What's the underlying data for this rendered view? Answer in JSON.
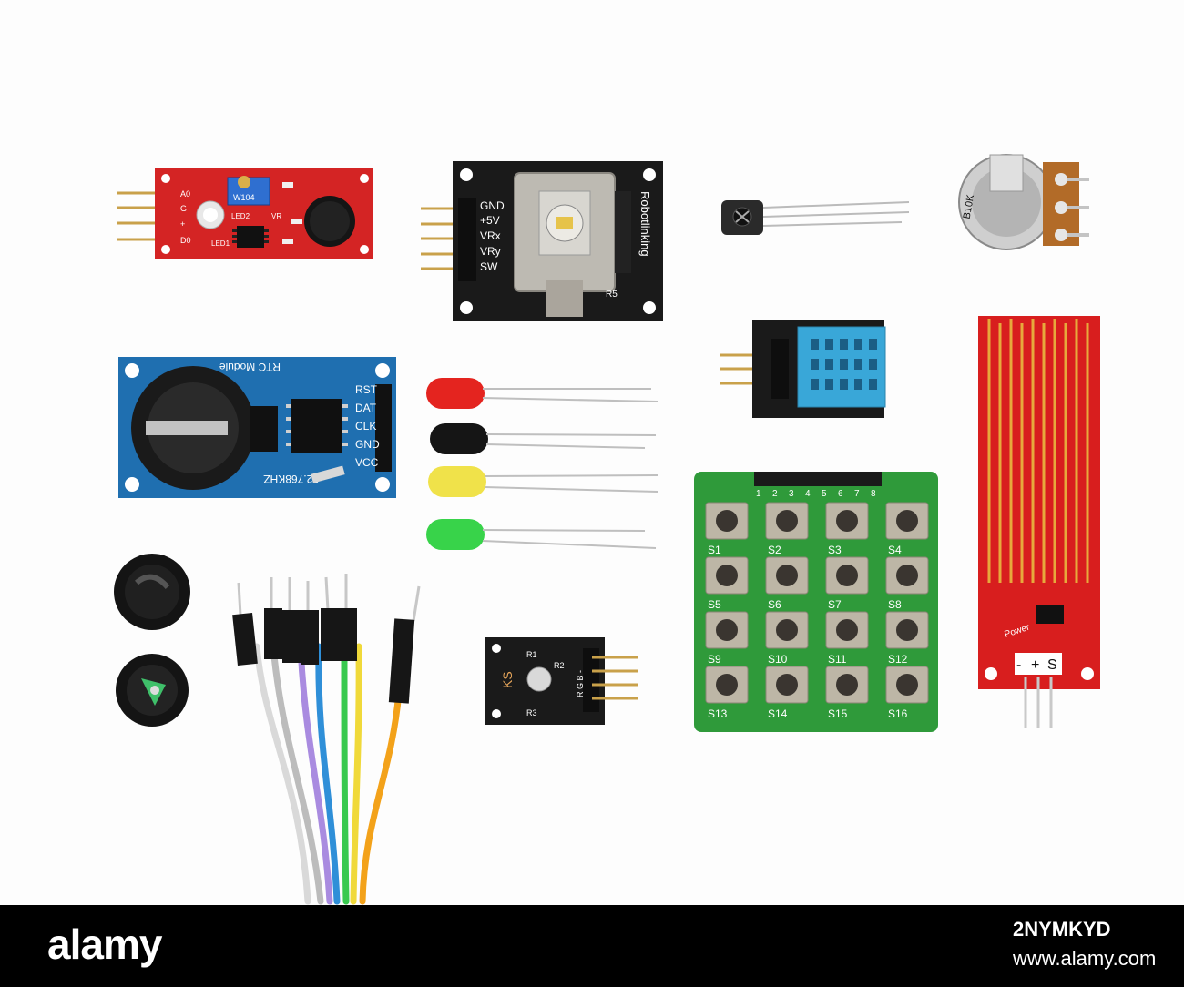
{
  "modules": {
    "sound": {
      "labels": [
        "A0",
        "G",
        "+",
        "D0"
      ],
      "led2": "LED2",
      "led1": "LED1",
      "pot": "W104",
      "vr": "VR"
    },
    "joystick": {
      "pins": [
        "GND",
        "+5V",
        "VRx",
        "VRy",
        "SW"
      ],
      "brand": "Robotlinking",
      "r5": "R5"
    },
    "potentiometer": {
      "value": "B10K"
    },
    "rtc": {
      "title": "RTC Module",
      "pins": [
        "RST",
        "DAT",
        "CLK",
        "GND",
        "VCC"
      ],
      "crystal": "32.768KHZ"
    },
    "keypad": {
      "header": [
        "1",
        "2",
        "3",
        "4",
        "5",
        "6",
        "7",
        "8"
      ],
      "keys": [
        "S1",
        "S2",
        "S3",
        "S4",
        "S5",
        "S6",
        "S7",
        "S8",
        "S9",
        "S10",
        "S11",
        "S12",
        "S13",
        "S14",
        "S15",
        "S16"
      ]
    },
    "rgb": {
      "label": "KS",
      "r1": "R1",
      "r2": "R2",
      "r3": "R3",
      "pins": "R G B -"
    },
    "water": {
      "power": "Power",
      "pins": [
        "-",
        "+",
        "S"
      ]
    }
  },
  "colors": {
    "sound": "#d42424",
    "joystick": "#1a1a1a",
    "rtc": "#1f6fb0",
    "keypad": "#2f9a3a",
    "water": "#d81e1e",
    "dht": "#39a7d8"
  },
  "footer": {
    "brand": "alamy",
    "image_id": "2NYMKYD",
    "site": "www.alamy.com"
  }
}
